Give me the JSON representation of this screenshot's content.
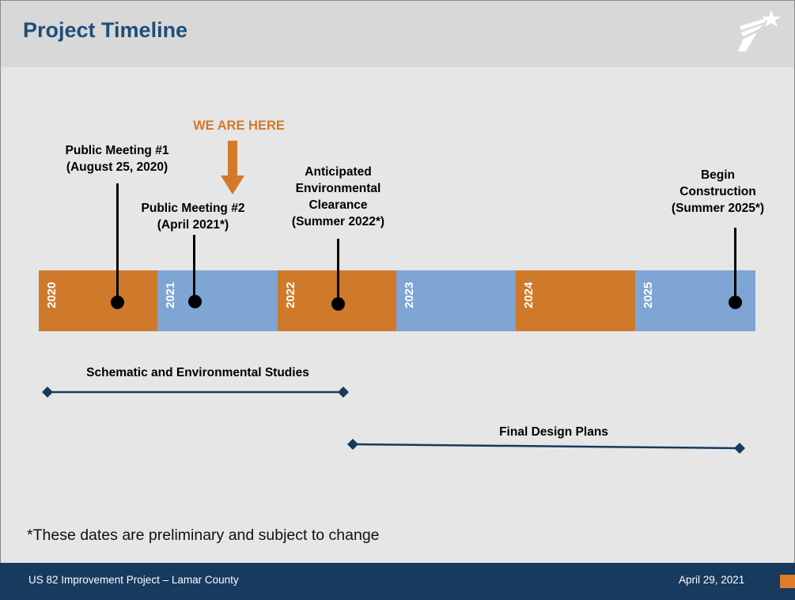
{
  "header": {
    "title": "Project Timeline"
  },
  "timeline": {
    "years": [
      {
        "label": "2020",
        "color": "#cf7a2b"
      },
      {
        "label": "2021",
        "color": "#7fa5d4"
      },
      {
        "label": "2022",
        "color": "#cf7a2b"
      },
      {
        "label": "2023",
        "color": "#7fa5d4"
      },
      {
        "label": "2024",
        "color": "#cf7a2b"
      },
      {
        "label": "2025",
        "color": "#7fa5d4"
      }
    ],
    "milestones": [
      {
        "lines": [
          "Public Meeting #1",
          "(August 25, 2020)"
        ]
      },
      {
        "lines": [
          "Public Meeting #2",
          "(April 2021*)"
        ]
      },
      {
        "lines": [
          "Anticipated",
          "Environmental",
          "Clearance",
          "(Summer 2022*)"
        ]
      },
      {
        "lines": [
          "Begin",
          "Construction",
          "(Summer 2025*)"
        ]
      }
    ],
    "current_marker": {
      "label": "WE ARE HERE",
      "color": "#d27a2b"
    },
    "phases": [
      {
        "label": "Schematic and Environmental Studies"
      },
      {
        "label": "Final Design Plans"
      }
    ]
  },
  "footnote": "*These dates are preliminary and subject to change",
  "footer": {
    "project": "US 82 Improvement Project – Lamar County",
    "date": "April 29, 2021"
  },
  "colors": {
    "footer_bg": "#173a5e",
    "title": "#1f4e79",
    "phase_line": "#173a5e",
    "accent": "#e07b2a"
  }
}
